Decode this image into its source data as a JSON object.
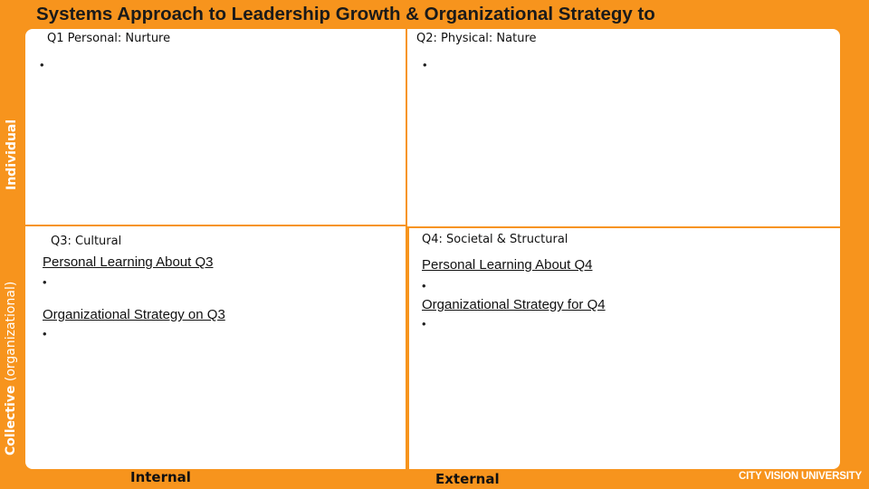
{
  "slide": {
    "title": "Systems Approach to Leadership Growth & Organizational Strategy to",
    "side_individual": "Individual",
    "side_collective_bold": "Collective",
    "side_collective_rest": " (organizational)",
    "bottom_internal": "Internal",
    "bottom_external": "External",
    "logo_text": "CITY VISION UNIVERSITY"
  },
  "q1": {
    "label": "Q1 Personal: Nurture",
    "bullet": "•"
  },
  "q2": {
    "label": "Q2: Physical: Nature",
    "bullet": "•"
  },
  "q3": {
    "label": "Q3: Cultural",
    "heading1": "Personal Learning About Q3",
    "bullet1": "•",
    "heading2": "Organizational Strategy on Q3",
    "bullet2": "•"
  },
  "q4": {
    "label": "Q4: Societal & Structural",
    "heading1": "Personal Learning About Q4",
    "bullet1": "•",
    "heading2": "Organizational Strategy for Q4",
    "bullet2": "•"
  },
  "colors": {
    "background": "#F7941D",
    "panel": "#FFFFFF"
  }
}
